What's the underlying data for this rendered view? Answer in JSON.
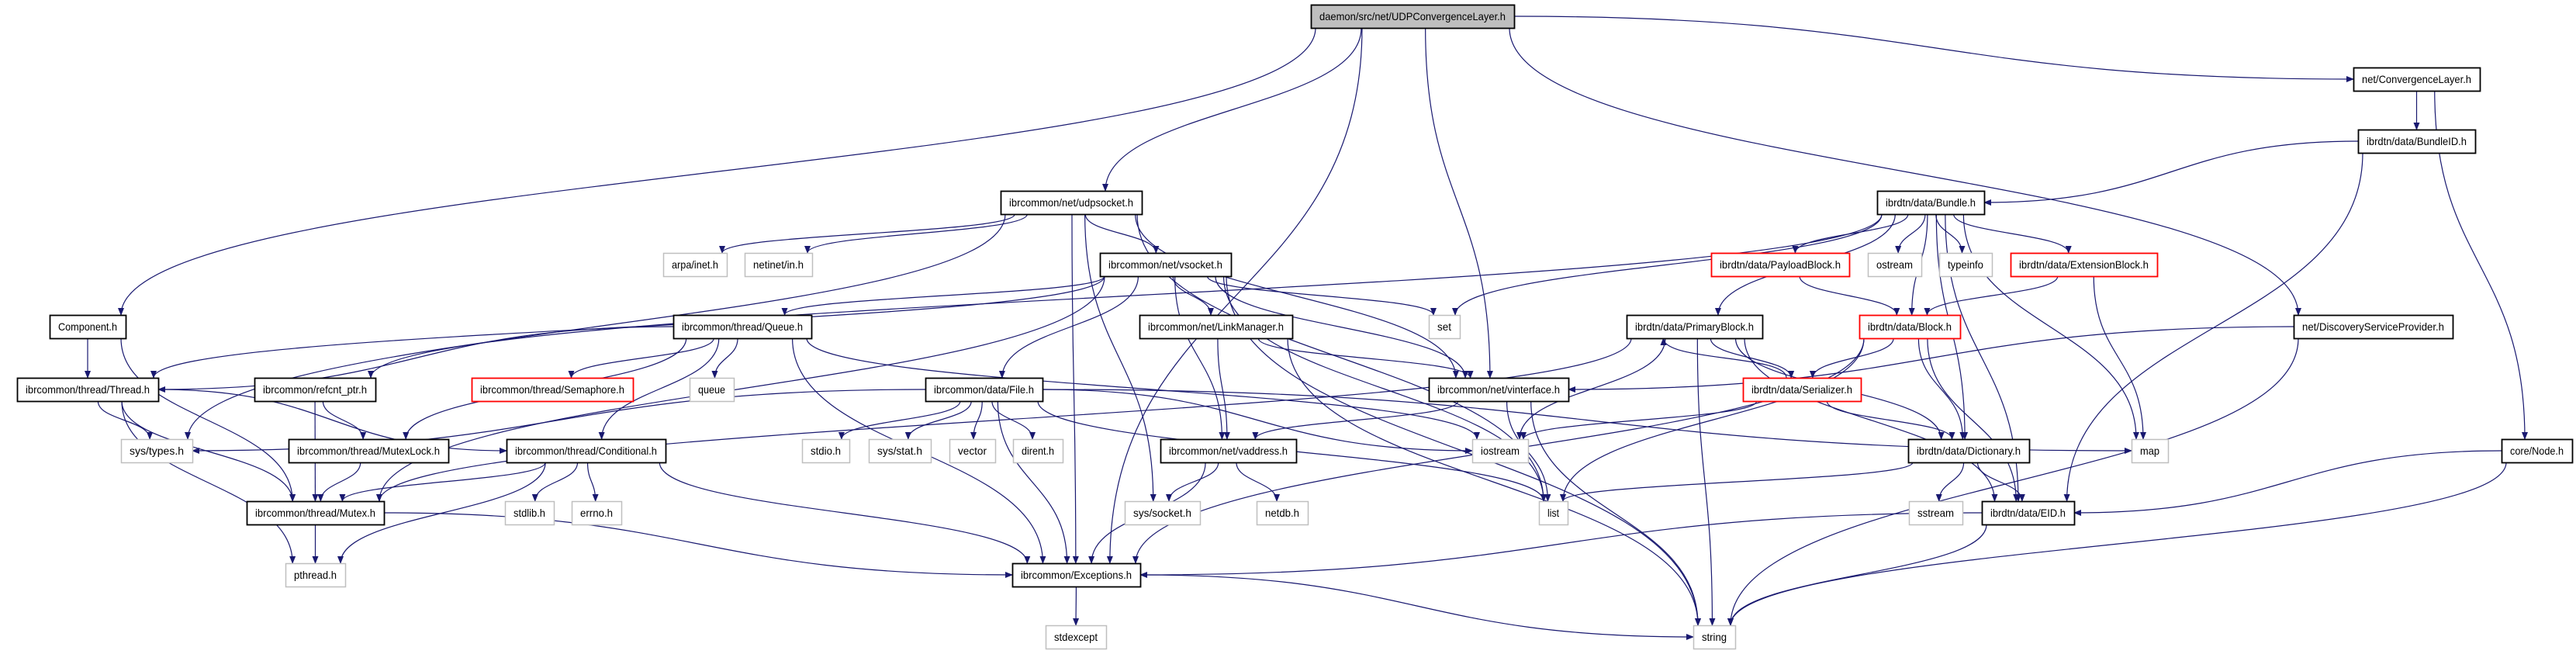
{
  "graph": {
    "edge_color": "#191970",
    "styles": {
      "root": {
        "fill": "#bfbfbf",
        "stroke": "#000000"
      },
      "normal": {
        "fill": "#ffffff",
        "stroke": "#000000"
      },
      "red": {
        "fill": "#ffffff",
        "stroke": "#ff0000"
      },
      "gray": {
        "fill": "#ffffff",
        "stroke": "#bfbfbf"
      }
    },
    "nodes": [
      {
        "id": "root",
        "label": "daemon/src/net/UDPConvergenceLayer.h",
        "style": "root"
      },
      {
        "id": "udpsocket",
        "label": "ibrcommon/net/udpsocket.h",
        "style": "normal"
      },
      {
        "id": "vsocket",
        "label": "ibrcommon/net/vsocket.h",
        "style": "normal"
      },
      {
        "id": "linkmanager",
        "label": "ibrcommon/net/LinkManager.h",
        "style": "normal"
      },
      {
        "id": "vinterface",
        "label": "ibrcommon/net/vinterface.h",
        "style": "normal"
      },
      {
        "id": "vaddress",
        "label": "ibrcommon/net/vaddress.h",
        "style": "normal"
      },
      {
        "id": "file",
        "label": "ibrcommon/data/File.h",
        "style": "normal"
      },
      {
        "id": "exceptions",
        "label": "ibrcommon/Exceptions.h",
        "style": "normal"
      },
      {
        "id": "component",
        "label": "Component.h",
        "style": "normal"
      },
      {
        "id": "thread",
        "label": "ibrcommon/thread/Thread.h",
        "style": "normal"
      },
      {
        "id": "queue_h",
        "label": "ibrcommon/thread/Queue.h",
        "style": "normal"
      },
      {
        "id": "refcnt",
        "label": "ibrcommon/refcnt_ptr.h",
        "style": "normal"
      },
      {
        "id": "semaphore",
        "label": "ibrcommon/thread/Semaphore.h",
        "style": "red"
      },
      {
        "id": "mutexlock",
        "label": "ibrcommon/thread/MutexLock.h",
        "style": "normal"
      },
      {
        "id": "conditional",
        "label": "ibrcommon/thread/Conditional.h",
        "style": "normal"
      },
      {
        "id": "mutex",
        "label": "ibrcommon/thread/Mutex.h",
        "style": "normal"
      },
      {
        "id": "convlayer",
        "label": "net/ConvergenceLayer.h",
        "style": "normal"
      },
      {
        "id": "bundleid",
        "label": "ibrdtn/data/BundleID.h",
        "style": "normal"
      },
      {
        "id": "bundle",
        "label": "ibrdtn/data/Bundle.h",
        "style": "normal"
      },
      {
        "id": "payload",
        "label": "ibrdtn/data/PayloadBlock.h",
        "style": "red"
      },
      {
        "id": "extension",
        "label": "ibrdtn/data/ExtensionBlock.h",
        "style": "red"
      },
      {
        "id": "block",
        "label": "ibrdtn/data/Block.h",
        "style": "red"
      },
      {
        "id": "primary",
        "label": "ibrdtn/data/PrimaryBlock.h",
        "style": "normal"
      },
      {
        "id": "serializer",
        "label": "ibrdtn/data/Serializer.h",
        "style": "red"
      },
      {
        "id": "dictionary",
        "label": "ibrdtn/data/Dictionary.h",
        "style": "normal"
      },
      {
        "id": "eid",
        "label": "ibrdtn/data/EID.h",
        "style": "normal"
      },
      {
        "id": "discovery",
        "label": "net/DiscoveryServiceProvider.h",
        "style": "normal"
      },
      {
        "id": "node",
        "label": "core/Node.h",
        "style": "normal"
      },
      {
        "id": "arpa",
        "label": "arpa/inet.h",
        "style": "gray"
      },
      {
        "id": "netinet",
        "label": "netinet/in.h",
        "style": "gray"
      },
      {
        "id": "set",
        "label": "set",
        "style": "gray"
      },
      {
        "id": "queue",
        "label": "queue",
        "style": "gray"
      },
      {
        "id": "systypes",
        "label": "sys/types.h",
        "style": "gray"
      },
      {
        "id": "stdio",
        "label": "stdio.h",
        "style": "gray"
      },
      {
        "id": "sysstat",
        "label": "sys/stat.h",
        "style": "gray"
      },
      {
        "id": "vector",
        "label": "vector",
        "style": "gray"
      },
      {
        "id": "dirent",
        "label": "dirent.h",
        "style": "gray"
      },
      {
        "id": "iostream",
        "label": "iostream",
        "style": "gray"
      },
      {
        "id": "map",
        "label": "map",
        "style": "gray"
      },
      {
        "id": "stdlib",
        "label": "stdlib.h",
        "style": "gray"
      },
      {
        "id": "errno",
        "label": "errno.h",
        "style": "gray"
      },
      {
        "id": "syssocket",
        "label": "sys/socket.h",
        "style": "gray"
      },
      {
        "id": "netdb",
        "label": "netdb.h",
        "style": "gray"
      },
      {
        "id": "list",
        "label": "list",
        "style": "gray"
      },
      {
        "id": "sstream",
        "label": "sstream",
        "style": "gray"
      },
      {
        "id": "pthread",
        "label": "pthread.h",
        "style": "gray"
      },
      {
        "id": "stdexcept",
        "label": "stdexcept",
        "style": "gray"
      },
      {
        "id": "string",
        "label": "string",
        "style": "gray"
      },
      {
        "id": "ostream",
        "label": "ostream",
        "style": "gray"
      },
      {
        "id": "typeinfo",
        "label": "typeinfo",
        "style": "gray"
      }
    ],
    "edges": [
      [
        "root",
        "udpsocket"
      ],
      [
        "root",
        "vinterface"
      ],
      [
        "root",
        "exceptions"
      ],
      [
        "root",
        "component"
      ],
      [
        "root",
        "convlayer"
      ],
      [
        "root",
        "discovery"
      ],
      [
        "convlayer",
        "bundleid"
      ],
      [
        "convlayer",
        "node"
      ],
      [
        "bundleid",
        "bundle"
      ],
      [
        "bundleid",
        "eid"
      ],
      [
        "bundle",
        "payload"
      ],
      [
        "bundle",
        "ostream"
      ],
      [
        "bundle",
        "typeinfo"
      ],
      [
        "bundle",
        "extension"
      ],
      [
        "bundle",
        "block"
      ],
      [
        "bundle",
        "primary"
      ],
      [
        "bundle",
        "set"
      ],
      [
        "bundle",
        "map"
      ],
      [
        "bundle",
        "eid"
      ],
      [
        "bundle",
        "dictionary"
      ],
      [
        "bundle",
        "refcnt"
      ],
      [
        "payload",
        "block"
      ],
      [
        "extension",
        "block"
      ],
      [
        "extension",
        "map"
      ],
      [
        "block",
        "serializer"
      ],
      [
        "block",
        "dictionary"
      ],
      [
        "block",
        "eid"
      ],
      [
        "block",
        "list"
      ],
      [
        "block",
        "exceptions"
      ],
      [
        "primary",
        "iostream"
      ],
      [
        "primary",
        "mutex"
      ],
      [
        "primary",
        "dictionary"
      ],
      [
        "primary",
        "eid"
      ],
      [
        "primary",
        "serializer"
      ],
      [
        "primary",
        "string"
      ],
      [
        "serializer",
        "primary"
      ],
      [
        "serializer",
        "dictionary"
      ],
      [
        "serializer",
        "iostream"
      ],
      [
        "dictionary",
        "sstream"
      ],
      [
        "dictionary",
        "eid"
      ],
      [
        "dictionary",
        "list"
      ],
      [
        "eid",
        "exceptions"
      ],
      [
        "eid",
        "string"
      ],
      [
        "discovery",
        "vinterface"
      ],
      [
        "discovery",
        "string"
      ],
      [
        "node",
        "eid"
      ],
      [
        "node",
        "string"
      ],
      [
        "udpsocket",
        "vsocket"
      ],
      [
        "udpsocket",
        "exceptions"
      ],
      [
        "udpsocket",
        "syssocket"
      ],
      [
        "udpsocket",
        "list"
      ],
      [
        "udpsocket",
        "vinterface"
      ],
      [
        "udpsocket",
        "arpa"
      ],
      [
        "udpsocket",
        "netinet"
      ],
      [
        "udpsocket",
        "systypes"
      ],
      [
        "vsocket",
        "queue_h"
      ],
      [
        "vsocket",
        "thread"
      ],
      [
        "vsocket",
        "mutex"
      ],
      [
        "vsocket",
        "file"
      ],
      [
        "vsocket",
        "linkmanager"
      ],
      [
        "vsocket",
        "vaddress"
      ],
      [
        "vsocket",
        "set"
      ],
      [
        "vsocket",
        "vinterface"
      ],
      [
        "vsocket",
        "list"
      ],
      [
        "vsocket",
        "string"
      ],
      [
        "linkmanager",
        "vinterface"
      ],
      [
        "linkmanager",
        "vaddress"
      ],
      [
        "linkmanager",
        "string"
      ],
      [
        "vinterface",
        "vaddress"
      ],
      [
        "vinterface",
        "list"
      ],
      [
        "vinterface",
        "string"
      ],
      [
        "vaddress",
        "syssocket"
      ],
      [
        "vaddress",
        "netdb"
      ],
      [
        "vaddress",
        "exceptions"
      ],
      [
        "file",
        "systypes"
      ],
      [
        "file",
        "stdio"
      ],
      [
        "file",
        "sysstat"
      ],
      [
        "file",
        "vector"
      ],
      [
        "file",
        "dirent"
      ],
      [
        "file",
        "exceptions"
      ],
      [
        "file",
        "list"
      ],
      [
        "file",
        "iostream"
      ],
      [
        "file",
        "map"
      ],
      [
        "queue_h",
        "thread"
      ],
      [
        "queue_h",
        "semaphore"
      ],
      [
        "queue_h",
        "queue"
      ],
      [
        "queue_h",
        "conditional"
      ],
      [
        "queue_h",
        "mutexlock"
      ],
      [
        "queue_h",
        "exceptions"
      ],
      [
        "queue_h",
        "iostream"
      ],
      [
        "thread",
        "systypes"
      ],
      [
        "thread",
        "mutex"
      ],
      [
        "thread",
        "conditional"
      ],
      [
        "thread",
        "pthread"
      ],
      [
        "component",
        "thread"
      ],
      [
        "component",
        "mutex"
      ],
      [
        "refcnt",
        "mutexlock"
      ],
      [
        "refcnt",
        "mutex"
      ],
      [
        "mutexlock",
        "mutex"
      ],
      [
        "conditional",
        "mutex"
      ],
      [
        "conditional",
        "stdlib"
      ],
      [
        "conditional",
        "errno"
      ],
      [
        "conditional",
        "pthread"
      ],
      [
        "conditional",
        "exceptions"
      ],
      [
        "mutex",
        "pthread"
      ],
      [
        "mutex",
        "exceptions"
      ],
      [
        "exceptions",
        "stdexcept"
      ],
      [
        "exceptions",
        "string"
      ]
    ]
  }
}
